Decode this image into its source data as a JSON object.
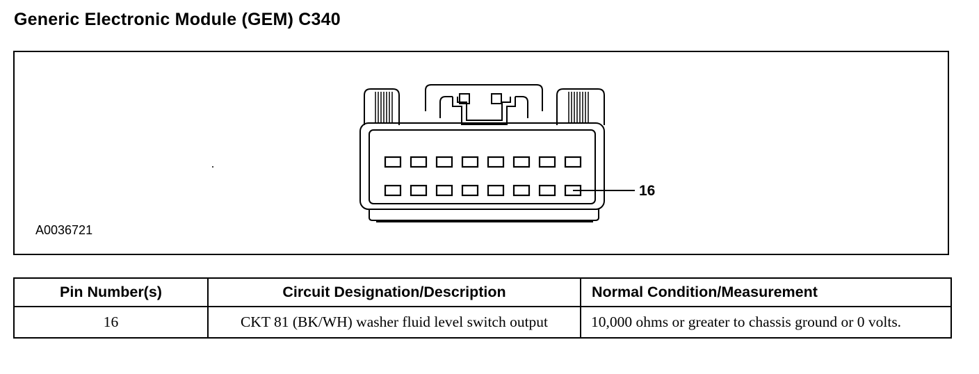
{
  "page_title": "Generic Electronic Module (GEM) C340",
  "diagram": {
    "reference_code": "A0036721",
    "pin_callout": "16",
    "connector_rows": 2,
    "pins_per_row": 8
  },
  "table": {
    "headers": [
      "Pin Number(s)",
      "Circuit Designation/Description",
      "Normal Condition/Measurement"
    ],
    "rows": [
      {
        "pin": "16",
        "description": "CKT 81 (BK/WH) washer fluid level switch output",
        "measurement": "10,000 ohms or greater to chassis ground or 0 volts."
      }
    ]
  }
}
